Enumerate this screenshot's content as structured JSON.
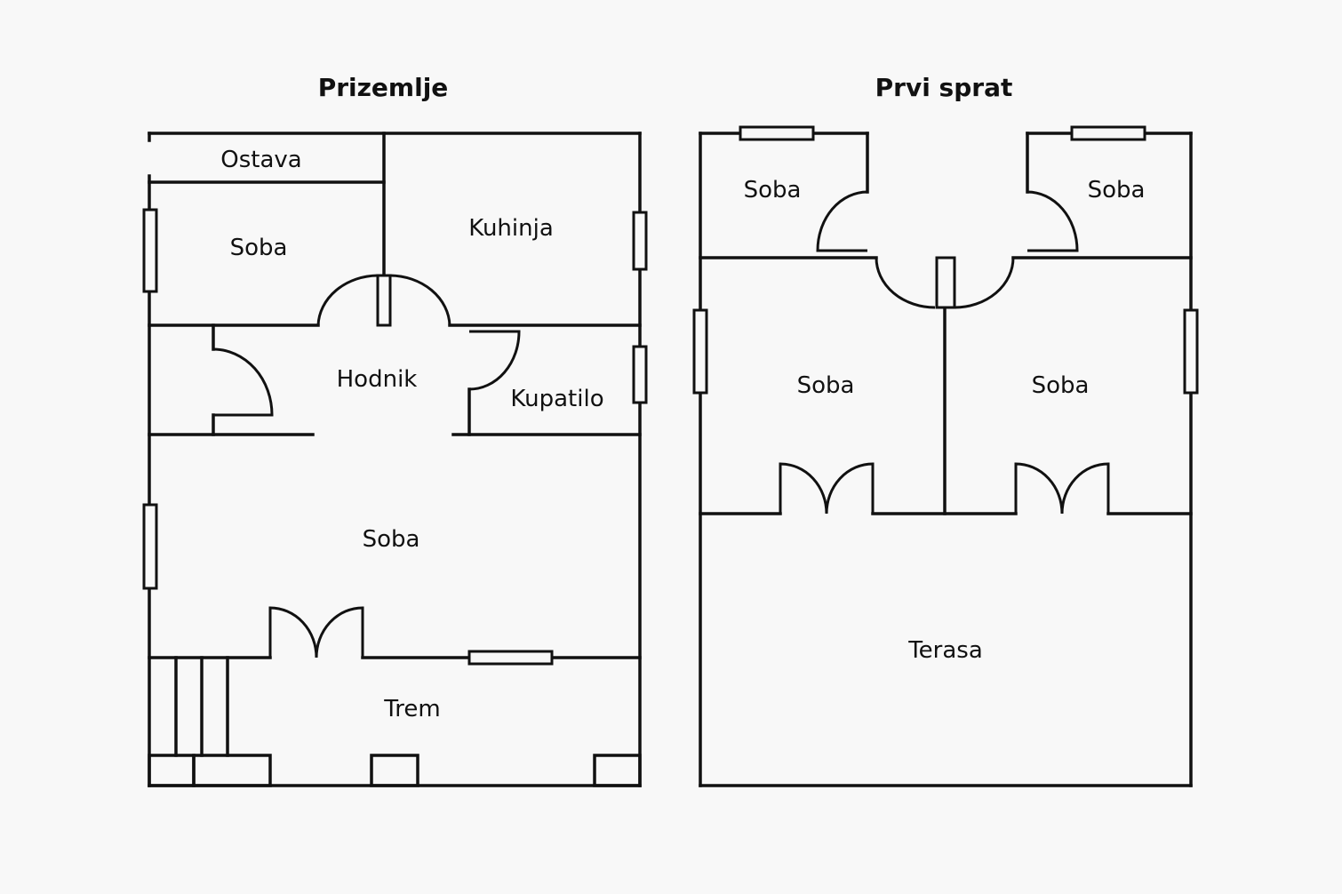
{
  "floors": {
    "ground": {
      "title": "Prizemlje",
      "rooms": {
        "ostava": "Ostava",
        "soba_top": "Soba",
        "kuhinja": "Kuhinja",
        "hodnik": "Hodnik",
        "kupatilo": "Kupatilo",
        "soba_main": "Soba",
        "trem": "Trem"
      }
    },
    "first": {
      "title": "Prvi sprat",
      "rooms": {
        "soba_top_left": "Soba",
        "soba_top_right": "Soba",
        "soba_mid_left": "Soba",
        "soba_mid_right": "Soba",
        "terasa": "Terasa"
      }
    }
  },
  "colors": {
    "line": "#111111",
    "background": "#f8f8f8"
  }
}
